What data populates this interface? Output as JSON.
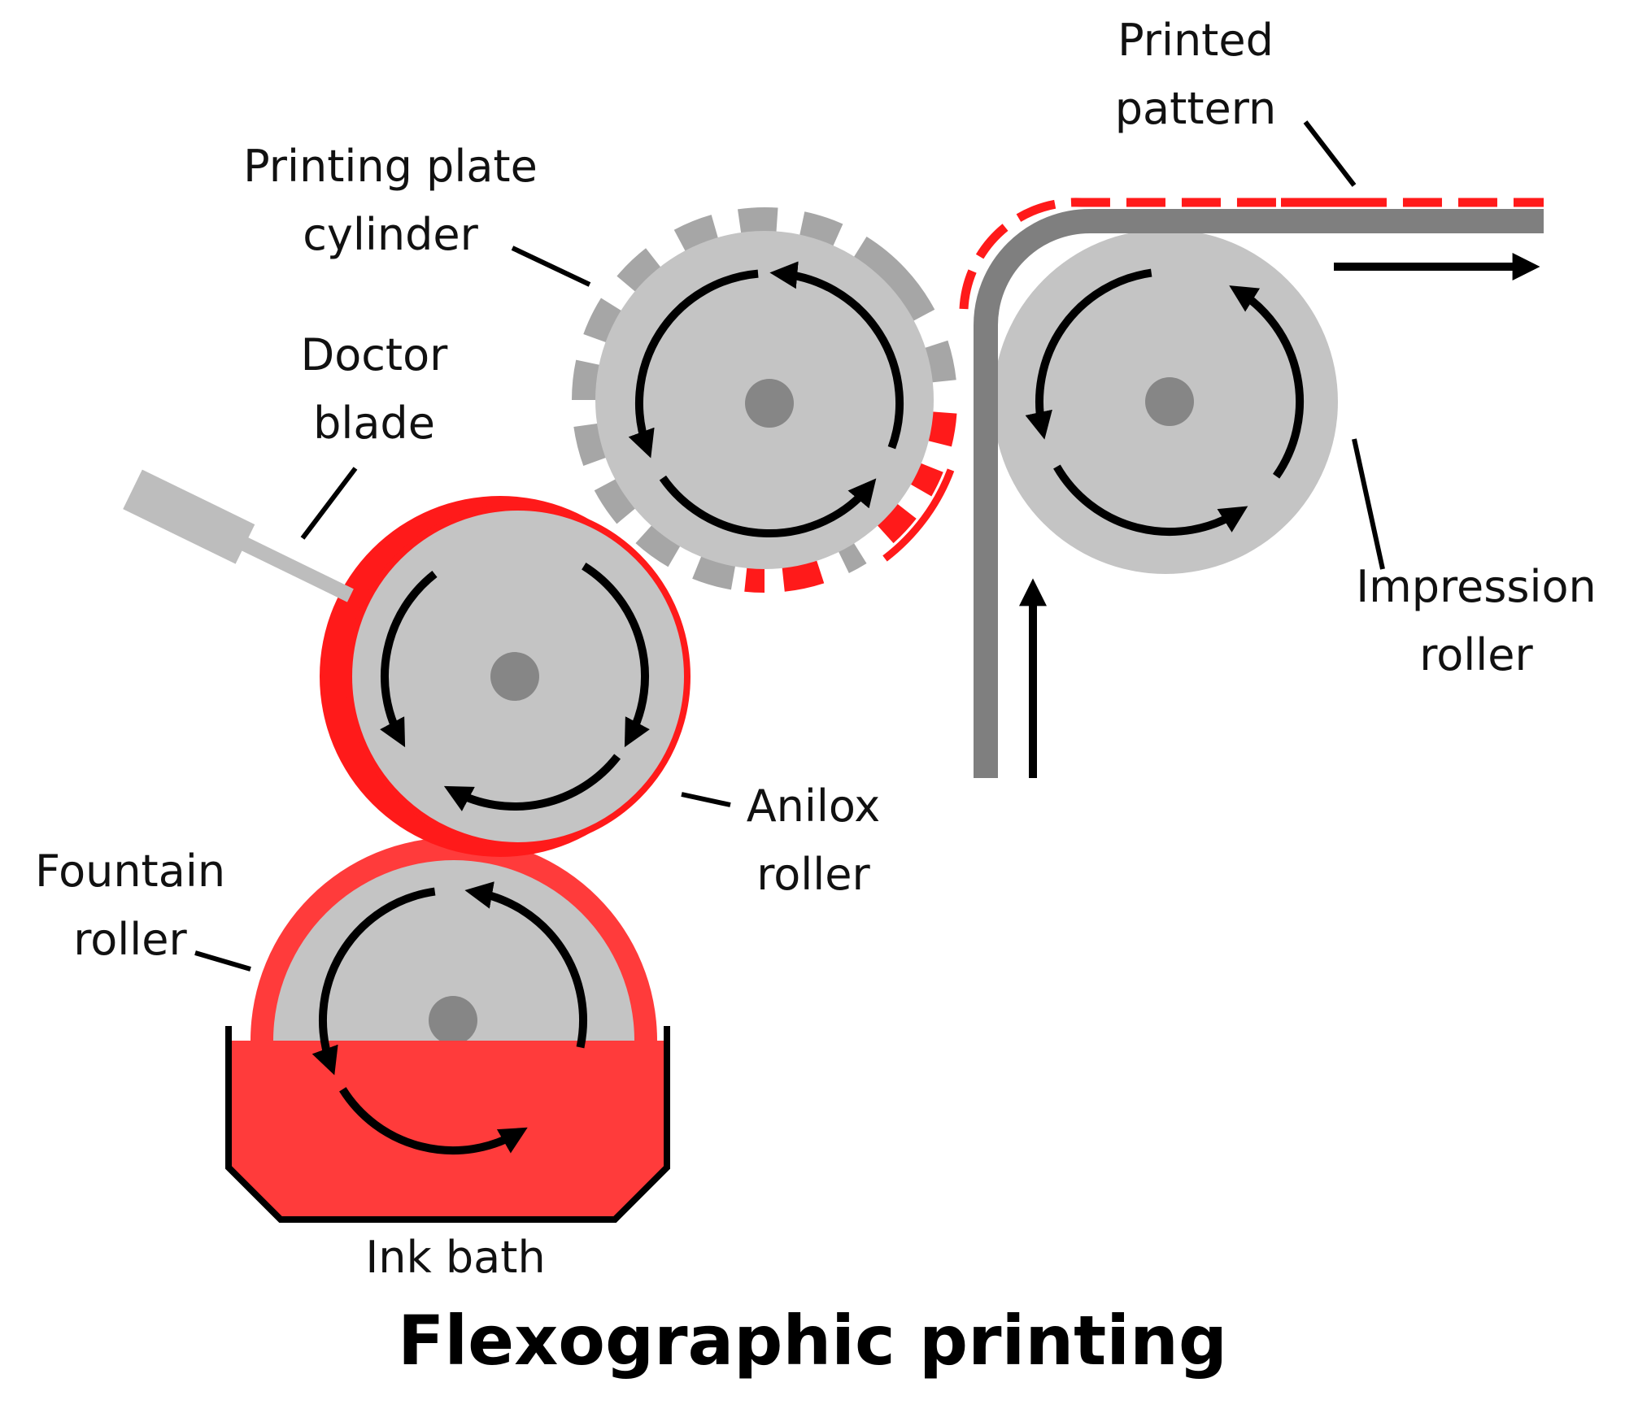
{
  "title": "Flexographic printing",
  "labels": {
    "printed_pattern": [
      "Printed",
      "pattern"
    ],
    "printing_plate_cylinder": [
      "Printing plate",
      "cylinder"
    ],
    "doctor_blade": [
      "Doctor",
      "blade"
    ],
    "impression_roller": [
      "Impression",
      "roller"
    ],
    "anilox_roller": [
      "Anilox",
      "roller"
    ],
    "fountain_roller": [
      "Fountain",
      "roller"
    ],
    "ink_bath": "Ink bath"
  },
  "colors": {
    "ink": "#ff3b3b",
    "ink_line": "#ff1a1a",
    "roller": "#c4c4c4",
    "hub": "#868686",
    "plate": "#a6a6a6",
    "substrate": "#7f7f7f",
    "blade": "#bdbdbd",
    "arrow": "#000000"
  }
}
